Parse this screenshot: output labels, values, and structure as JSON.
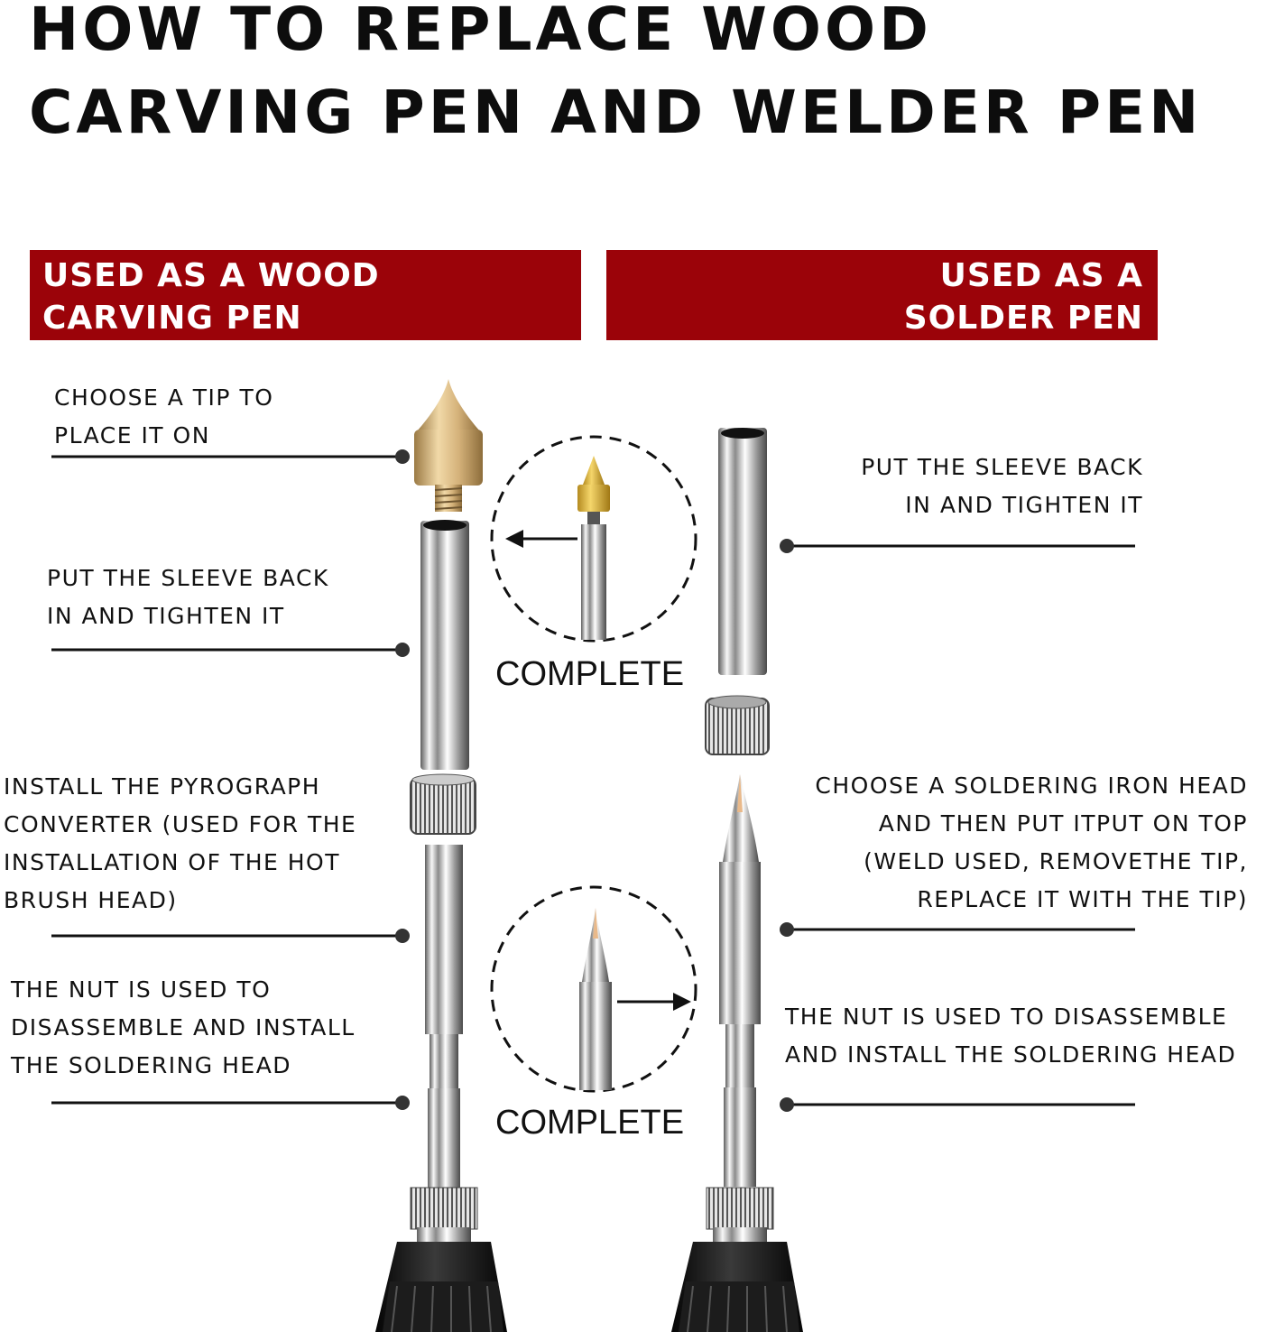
{
  "title": {
    "line1": "HOW TO REPLACE WOOD",
    "line2": "CARVING PEN AND WELDER PEN"
  },
  "banners": {
    "left": {
      "line1": "USED AS A WOOD",
      "line2": "CARVING PEN"
    },
    "right": {
      "line1": "USED AS A",
      "line2": "SOLDER PEN"
    }
  },
  "left_steps": [
    {
      "lines": [
        "CHOOSE A TIP TO",
        "PLACE IT ON"
      ]
    },
    {
      "lines": [
        "PUT THE SLEEVE BACK",
        "IN AND TIGHTEN IT"
      ]
    },
    {
      "lines": [
        "INSTALL THE PYROGRAPH",
        "CONVERTER (USED FOR THE",
        "INSTALLATION OF THE HOT",
        "BRUSH HEAD)"
      ]
    },
    {
      "lines": [
        "THE NUT IS USED TO",
        "DISASSEMBLE AND INSTALL",
        "THE SOLDERING HEAD"
      ]
    }
  ],
  "right_steps": [
    {
      "lines": [
        "PUT THE SLEEVE BACK",
        "IN AND TIGHTEN IT"
      ]
    },
    {
      "lines": [
        "CHOOSE A SOLDERING IRON HEAD",
        "AND THEN PUT ITPUT ON TOP",
        "(WELD USED, REMOVETHE TIP,",
        "REPLACE IT WITH THE TIP)"
      ]
    },
    {
      "lines": [
        "THE NUT IS USED TO DISASSEMBLE",
        "AND INSTALL THE SOLDERING HEAD"
      ]
    }
  ],
  "complete_labels": {
    "top": "COMPLETE",
    "bottom": "COMPLETE"
  },
  "colors": {
    "banner_red": "#9b0309",
    "brass": "#c9a56a",
    "chrome": "#d9d9d9",
    "handle_black": "#141414"
  },
  "icons": [
    "wood-carving-tip",
    "sleeve",
    "converter-nut",
    "soldering-tip",
    "pen-handle",
    "arrow-left",
    "arrow-right"
  ]
}
